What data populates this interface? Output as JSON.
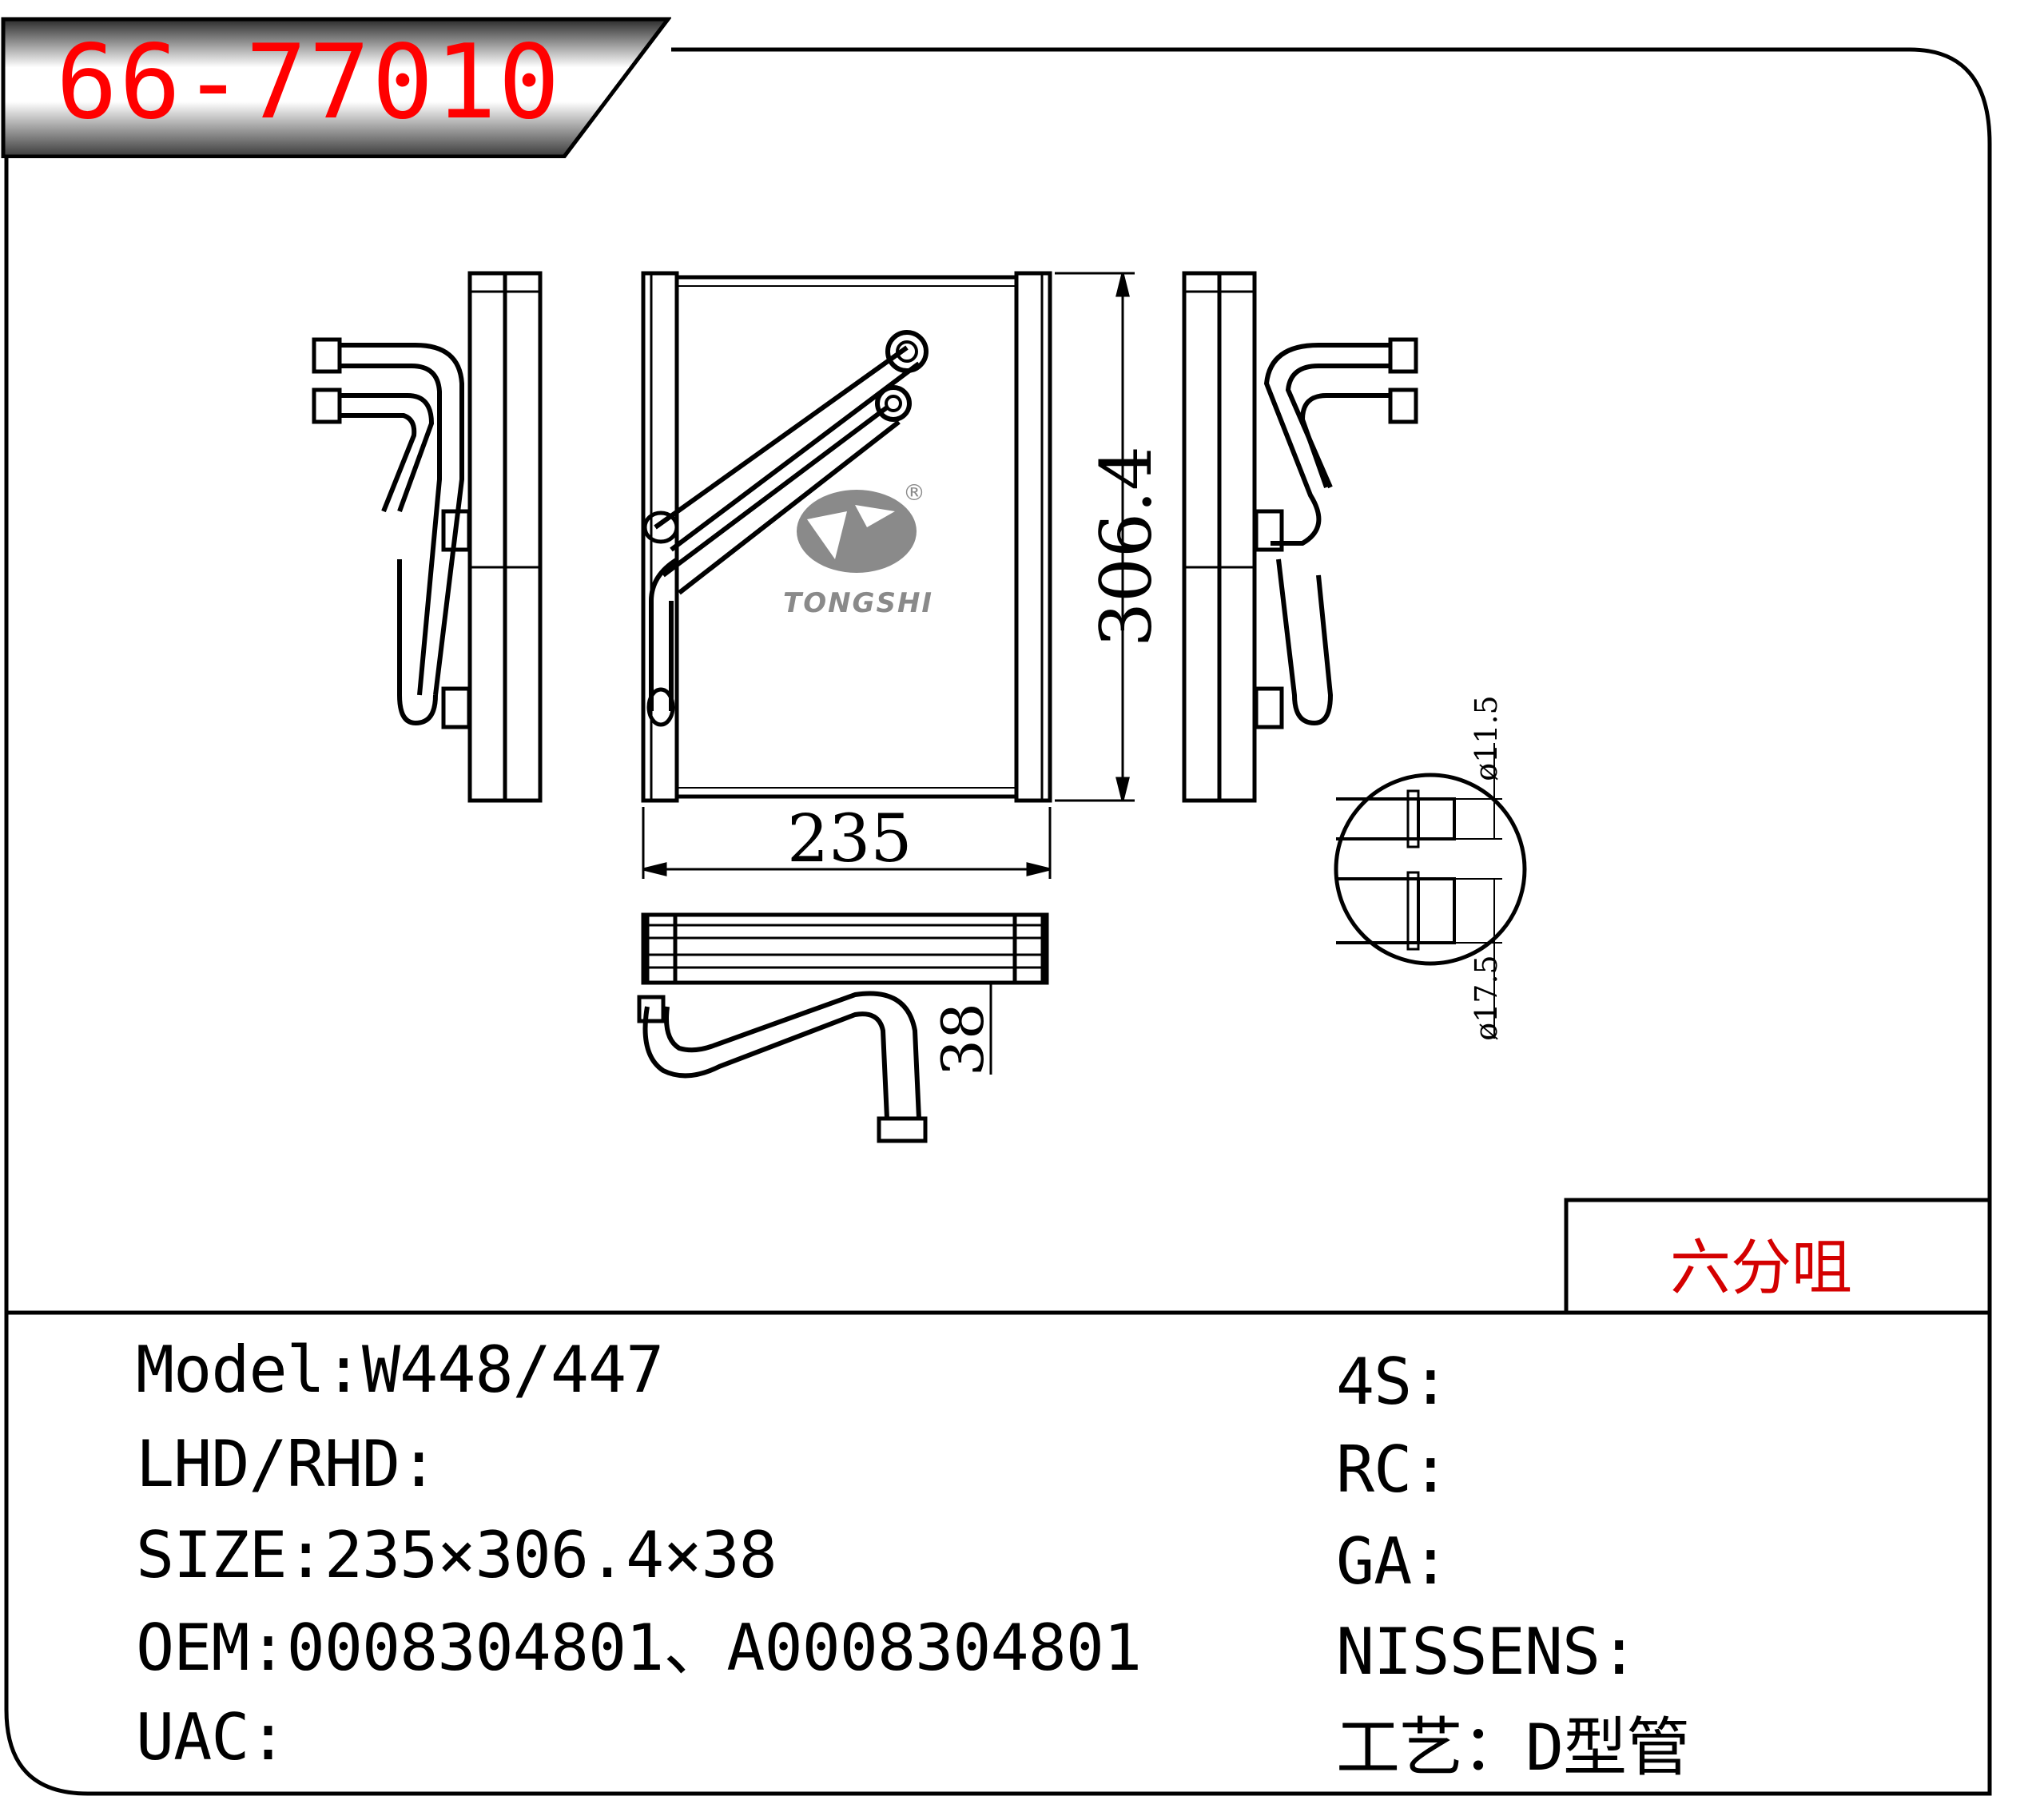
{
  "part_number": "66-77010",
  "note": "六分咀",
  "logo_text": "TONGSHI",
  "logo_mark": "®",
  "dimensions": {
    "height": "306.4",
    "width": "235",
    "depth": "38",
    "pipe_small": "ø11.5",
    "pipe_large": "ø17.5"
  },
  "specs_left": [
    {
      "label": "Model",
      "sep": ":",
      "value": "W448/447"
    },
    {
      "label": "LHD/RHD",
      "sep": ":",
      "value": ""
    },
    {
      "label": "SIZE",
      "sep": ":",
      "value": "235×306.4×38"
    },
    {
      "label": "OEM",
      "sep": ":",
      "value": "0008304801、A0008304801"
    },
    {
      "label": "UAC",
      "sep": ":",
      "value": ""
    }
  ],
  "specs_right": [
    {
      "label": "4S",
      "sep": ":",
      "value": ""
    },
    {
      "label": "RC",
      "sep": ":",
      "value": ""
    },
    {
      "label": "GA",
      "sep": ":",
      "value": ""
    },
    {
      "label": "NISSENS",
      "sep": ":",
      "value": ""
    },
    {
      "label": "工艺",
      "sep": "：",
      "value": "D型管"
    }
  ],
  "colors": {
    "part_number": "#ff0000",
    "note": "#d40000",
    "logo": "#8a8a8a"
  }
}
